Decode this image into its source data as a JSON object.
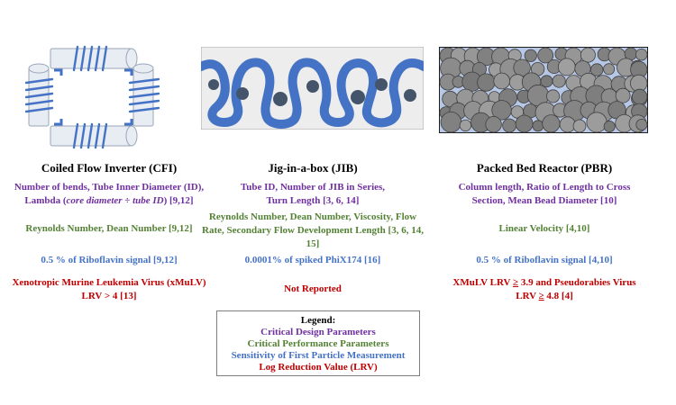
{
  "columns": [
    {
      "title": "Coiled Flow Inverter (CFI)",
      "design_line1": "Number of bends, Tube Inner Diameter (ID),",
      "design_line2_pre": "Lambda (",
      "design_line2_ital": "core diameter ÷ tube ID",
      "design_line2_post": ") [9,12]",
      "performance": "Reynolds Number, Dean Number [9,12]",
      "sensitivity": "0.5 % of Riboflavin signal [9,12]",
      "lrv_line1": "Xenotropic Murine Leukemia Virus (xMuLV)",
      "lrv_line2": "LRV > 4 [13]"
    },
    {
      "title": "Jig-in-a-box (JIB)",
      "design_line1": "Tube ID, Number of JIB in Series,",
      "design_line2": "Turn Length [3, 6, 14]",
      "performance_line1": "Reynolds Number, Dean Number, Viscosity, Flow",
      "performance_line2": "Rate, Secondary Flow Development Length [3, 6, 14,",
      "performance_line3": "15]",
      "sensitivity": "0.0001% of spiked PhiX174 [16]",
      "lrv": "Not Reported"
    },
    {
      "title": "Packed Bed Reactor (PBR)",
      "design_line1": "Column length, Ratio of Length to Cross",
      "design_line2": "Section, Mean Bead Diameter [10]",
      "performance": "Linear Velocity [4,10]",
      "sensitivity": "0.5 % of Riboflavin signal [4,10]",
      "lrv_line1_a": "XMuLV LRV ",
      "lrv_line1_ge": "≥",
      "lrv_line1_b": " 3.9 and Pseudorabies Virus",
      "lrv_line2_a": "LRV ",
      "lrv_line2_ge": "≥",
      "lrv_line2_b": " 4.8 [4]"
    }
  ],
  "legend": {
    "heading": "Legend:",
    "design": "Critical Design Parameters",
    "performance": "Critical Performance Parameters",
    "sensitivity": "Sensitivity of First Particle Measurement",
    "lrv": "Log Reduction Value (LRV)"
  },
  "colors": {
    "design": "#7030a0",
    "performance": "#548235",
    "sensitivity": "#4472c4",
    "lrv": "#c00000",
    "tube_blue": "#4472c4",
    "bead_gray": "#8c8c8c"
  }
}
